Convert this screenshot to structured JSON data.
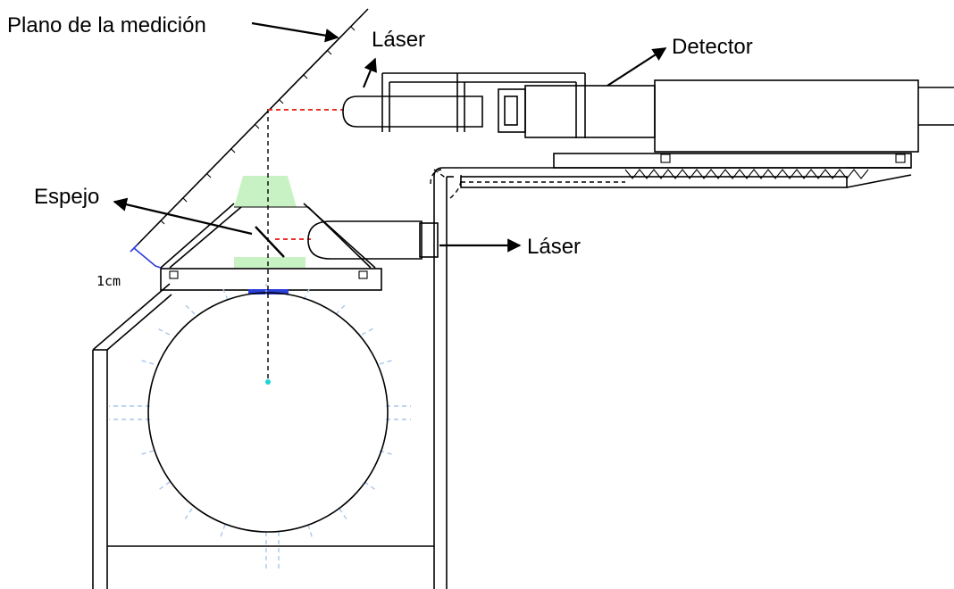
{
  "labels": {
    "measurement_plane": "Plano de la medición",
    "laser_top": "Láser",
    "detector": "Detector",
    "mirror": "Espejo",
    "laser_right": "Láser",
    "one_cm": "1cm"
  },
  "colors": {
    "laser_beam": "#e5322b",
    "light_green": "#c9f2c4",
    "blue_mark": "#2b3fd9",
    "support_dashes": "#a9c6ea",
    "center_point": "#22d3d3"
  }
}
